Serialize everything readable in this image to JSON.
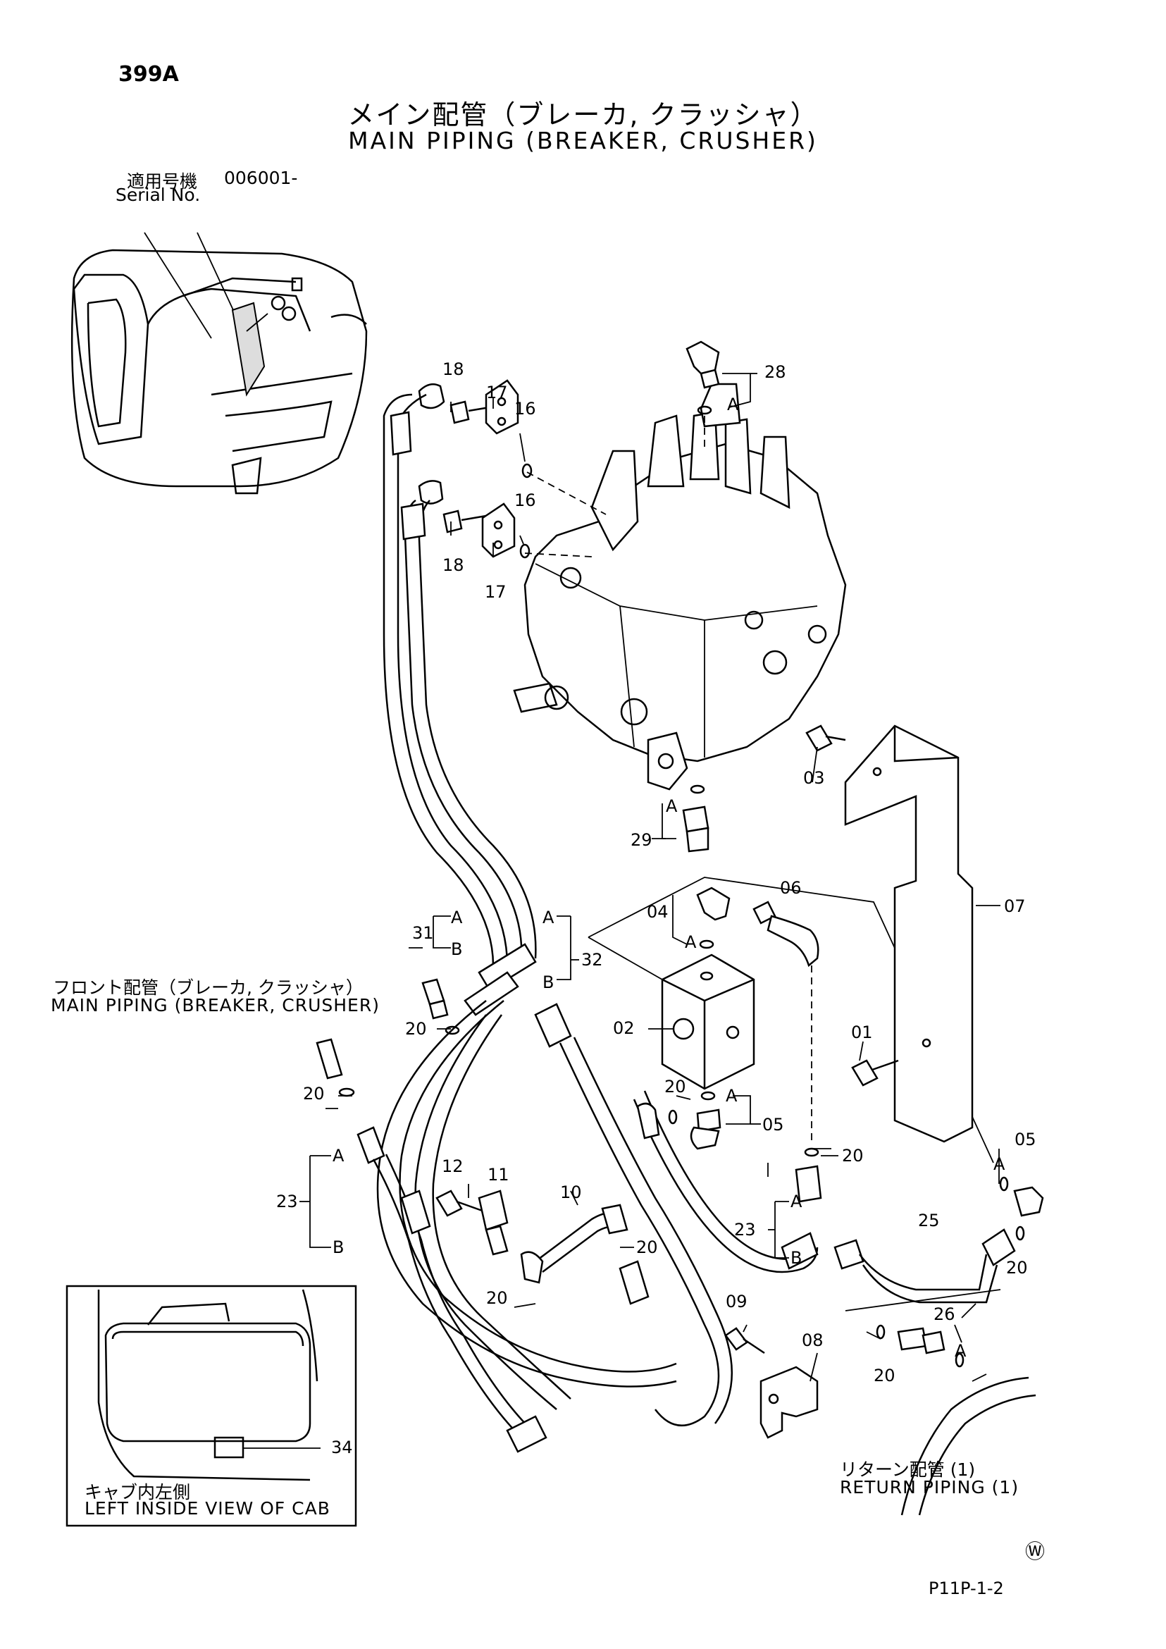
{
  "page_number": "399A",
  "title_jp": "メイン配管（ブレーカ, クラッシャ）",
  "title_en": "MAIN PIPING (BREAKER, CRUSHER)",
  "serial": {
    "label_jp": "適用号機",
    "value": "006001-",
    "label_en": "Serial No."
  },
  "captions": {
    "front_piping_jp": "フロント配管（ブレーカ, クラッシャ）",
    "front_piping_en": "MAIN PIPING (BREAKER, CRUSHER)",
    "cab_view_jp": "キャブ内左側",
    "cab_view_en": "LEFT INSIDE VIEW OF CAB",
    "return_jp": "リターン配管 (1)",
    "return_en": "RETURN PIPING (1)"
  },
  "part_labels": {
    "p01": "01",
    "p02": "02",
    "p03": "03",
    "p04": "04",
    "p05a": "05",
    "p05b": "05",
    "p06": "06",
    "p07": "07",
    "p08": "08",
    "p09": "09",
    "p10": "10",
    "p11": "11",
    "p12": "12",
    "p16a": "16",
    "p16b": "16",
    "p17a": "17",
    "p17b": "17",
    "p18a": "18",
    "p18b": "18",
    "p20a": "20",
    "p20b": "20",
    "p20c": "20",
    "p20d": "20",
    "p20e": "20",
    "p20f": "20",
    "p20g": "20",
    "p20h": "20",
    "p23a": "23",
    "p23b": "23",
    "p25": "25",
    "p26": "26",
    "p28": "28",
    "p29": "29",
    "p31": "31",
    "p32": "32",
    "p34": "34"
  },
  "bracket_letters": {
    "a28": "A",
    "a29": "A",
    "a04": "A",
    "a05": "A",
    "a05b": "A",
    "a26": "A",
    "a31": "A",
    "b31": "B",
    "a32": "A",
    "b32": "B",
    "a23l": "A",
    "b23l": "B",
    "a23r": "A",
    "b23r": "B"
  },
  "watermark": "Ⓦ",
  "drawing_code": "P11P-1-2"
}
